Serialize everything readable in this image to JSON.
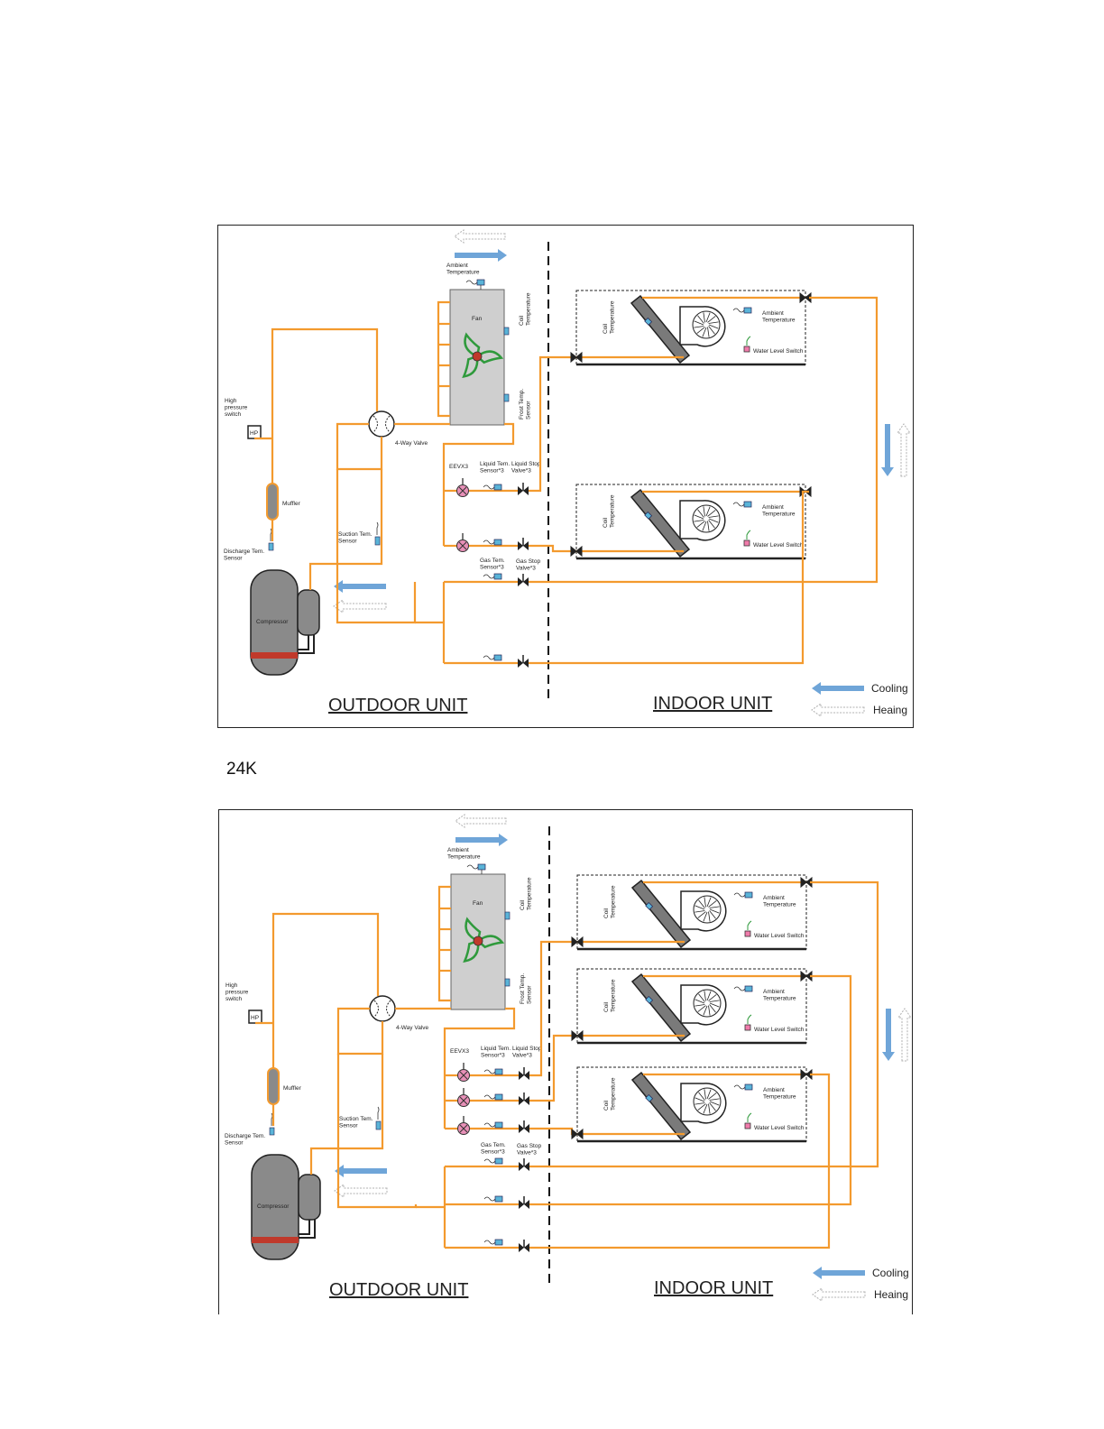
{
  "section_label": "24K",
  "colors": {
    "pipe": "#f39a2e",
    "cooling_arrow": "#6fa5d8",
    "heating_arrow_outline": "#b0b0b0",
    "fan_blade": "#2f9a3c",
    "compressor_body": "#8a8a8a",
    "compressor_band": "#c0392b",
    "eev_valve": "#e890b8",
    "sensor": "#5ab4d8"
  },
  "diagrams": [
    {
      "id": "18k",
      "outdoor_title": "OUTDOOR UNIT",
      "indoor_title": "INDOOR UNIT",
      "legend_cooling": "Cooling",
      "legend_heating": "Heaing",
      "labels": {
        "ambient_temp": "Ambient\nTemperature",
        "fan": "Fan",
        "coil_temp": "Coil\nTemperature",
        "frost_temp": "Frost Temp.\nSensor",
        "high_pressure": "High\npressure\nswitch",
        "hp": "HP",
        "muffler": "Muffler",
        "four_way": "4-Way Valve",
        "eevx": "EEVX3",
        "liquid_temp": "Liquid Tem.\nSensor*3",
        "liquid_stop": "Liquid Stop\nValve*3",
        "suction": "Suction Tem.\nSensor",
        "discharge": "Discharge Tem.\nSensor",
        "gas_temp": "Gas Tem.\nSensor*3",
        "gas_stop": "Gas Stop\nValve*3",
        "compressor": "Compressor",
        "indoor_ambient": "Ambient\nTemperature",
        "water_switch": "Water Level Switch",
        "indoor_coil": "Coil\nTemperature"
      },
      "indoor_units": 2
    },
    {
      "id": "24k",
      "outdoor_title": "OUTDOOR UNIT",
      "indoor_title": "INDOOR UNIT",
      "legend_cooling": "Cooling",
      "legend_heating": "Heaing",
      "labels": {
        "ambient_temp": "Ambient\nTemperature",
        "fan": "Fan",
        "coil_temp": "Coil\nTemperature",
        "frost_temp": "Frost Temp.\nSensor",
        "high_pressure": "High\npressure\nswitch",
        "hp": "HP",
        "muffler": "Muffler",
        "four_way": "4-Way Valve",
        "eevx": "EEVX3",
        "liquid_temp": "Liquid Tem.\nSensor*3",
        "liquid_stop": "Liquid Stop\nValve*3",
        "suction": "Suction Tem.\nSensor",
        "discharge": "Discharge Tem.\nSensor",
        "gas_temp": "Gas Tem.\nSensor*3",
        "gas_stop": "Gas Stop\nValve*3",
        "compressor": "Compressor",
        "indoor_ambient": "Ambient\nTemperature",
        "water_switch": "Water Level Switch",
        "indoor_coil": "Coil\nTemperature"
      },
      "indoor_units": 3
    }
  ]
}
